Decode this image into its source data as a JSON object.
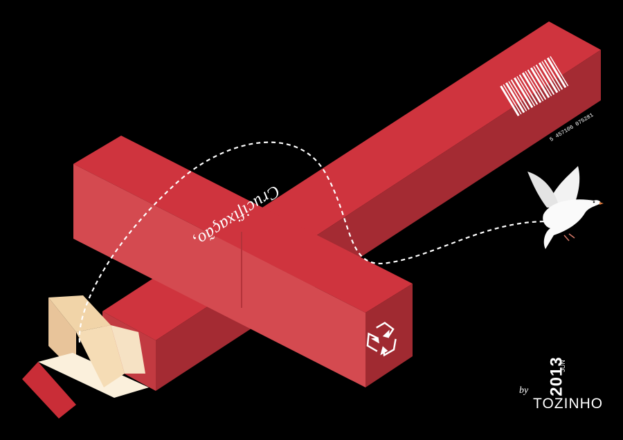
{
  "poster": {
    "caption": "Crucifixação,",
    "barcode_number": "5 457106 075281",
    "signature": {
      "by": "by",
      "name": "TOZINHO",
      "year": "2013",
      "month": "JUN"
    }
  },
  "colors": {
    "background": "#000000",
    "cross_top": "#cf343e",
    "cross_side_light": "#d44a50",
    "cross_side_dark": "#a02a31",
    "box_inner": "#f6e2c4",
    "path_line": "#ffffff"
  },
  "icons": [
    "recycle-icon",
    "dove-icon",
    "barcode-icon"
  ]
}
